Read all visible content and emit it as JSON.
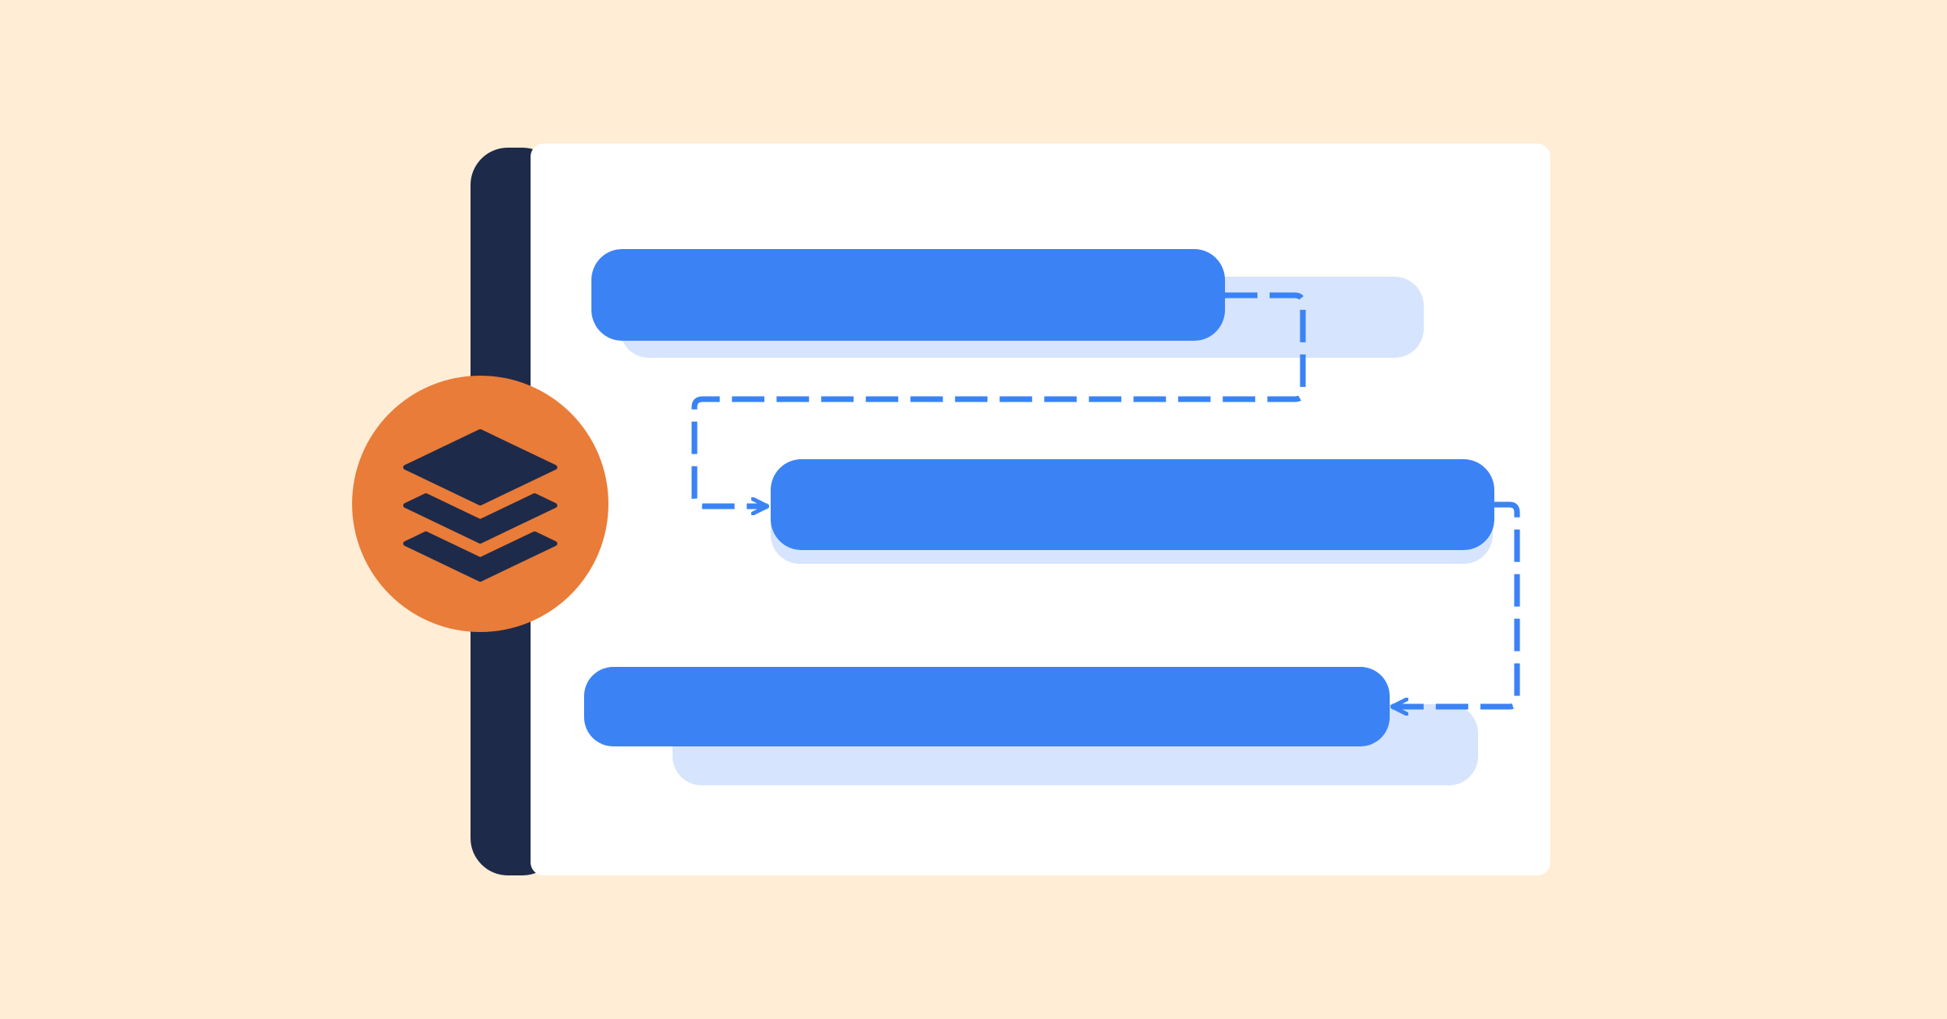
{
  "colors": {
    "background": "#FFEDD6",
    "panel_back": "#1E2A4A",
    "panel_front": "#FFFFFF",
    "bar": "#3B83F5",
    "bar_shadow": "#D6E4FD",
    "connector": "#3B83F5",
    "badge": "#E97C38",
    "badge_icon": "#1E2A4A"
  },
  "icons": {
    "badge": "layers-icon"
  },
  "diagram": {
    "type": "task-flow",
    "steps": [
      {
        "name": "step-1"
      },
      {
        "name": "step-2"
      },
      {
        "name": "step-3"
      }
    ],
    "connectors": [
      {
        "from": "step-1",
        "to": "step-2",
        "style": "dashed-arrow"
      },
      {
        "from": "step-2",
        "to": "step-3",
        "style": "dashed-arrow"
      }
    ]
  }
}
